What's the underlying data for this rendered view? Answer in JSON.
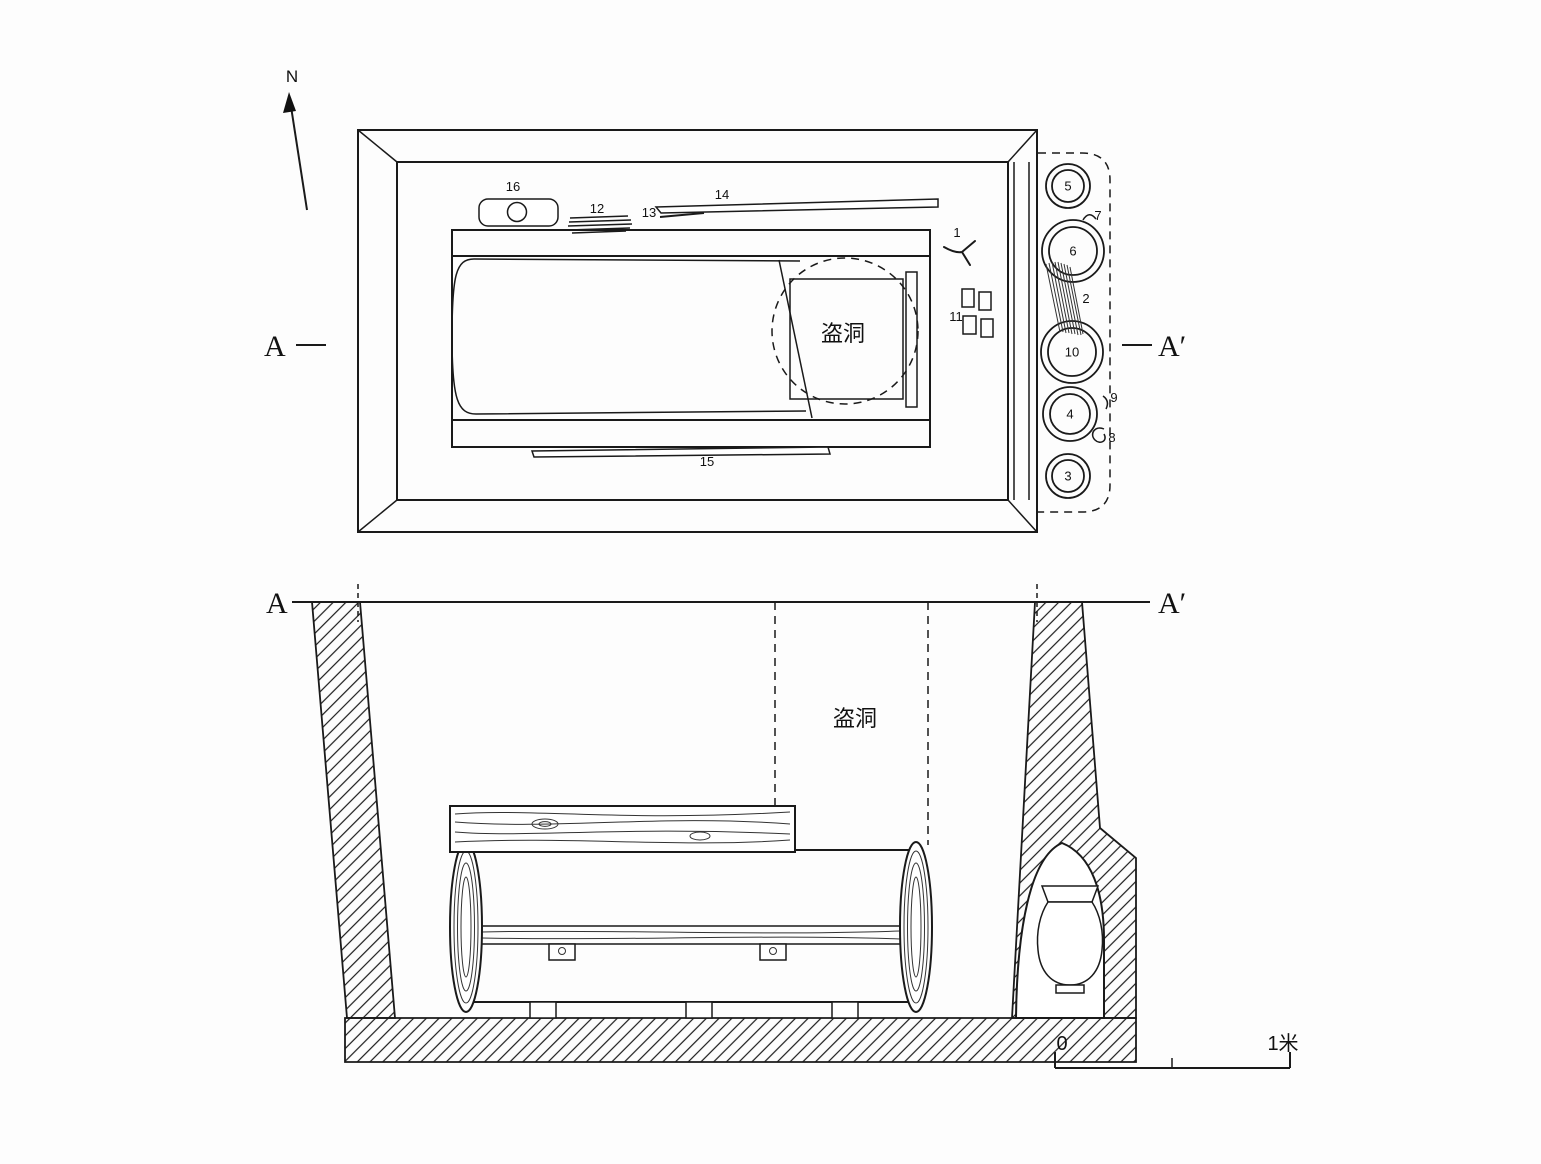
{
  "compass": {
    "label": "N"
  },
  "colors": {
    "ink": "#1a1a1a",
    "background": "#fdfdfd"
  },
  "plan": {
    "marker_left": "A",
    "marker_right": "A′",
    "robber_hole_label": "盗洞",
    "numbers": {
      "n1": "1",
      "n2": "2",
      "n3": "3",
      "n4": "4",
      "n5": "5",
      "n6": "6",
      "n7": "7",
      "n8": "8",
      "n9": "9",
      "n10": "10",
      "n11": "11",
      "n12": "12",
      "n13": "13",
      "n14": "14",
      "n15": "15",
      "n16": "16"
    }
  },
  "section": {
    "marker_left": "A",
    "marker_right": "A′",
    "robber_hole_label": "盗洞",
    "scale": {
      "zero": "0",
      "unit": "1米"
    }
  }
}
